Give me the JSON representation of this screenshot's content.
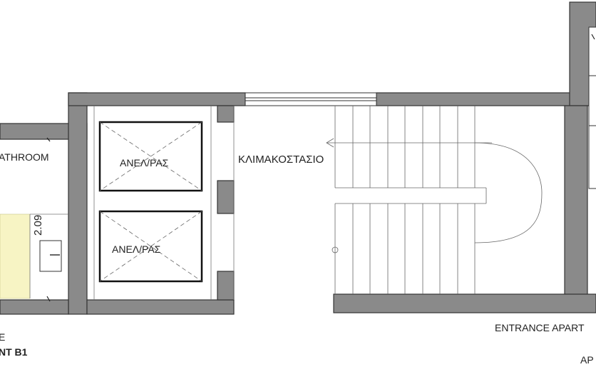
{
  "labels": {
    "bathroom": "ATHROOM",
    "dimension": "2.09",
    "elevator_1": "ΑΝΕΛ/ΡΑΣ",
    "elevator_2": "ΑΝΕΛ/ΡΑΣ",
    "staircase": "ΚΛΙΜΑΚΟΣΤΑΣΙΟ",
    "entrance": "ENTRANCE APART",
    "left_label_1": "E",
    "left_label_2": "NT B1",
    "right_label": "AP"
  },
  "colors": {
    "wall_fill": "#8a8a8a",
    "wall_stroke": "#333333",
    "bathroom_fill": "#f7f4c4",
    "line": "#555555"
  }
}
